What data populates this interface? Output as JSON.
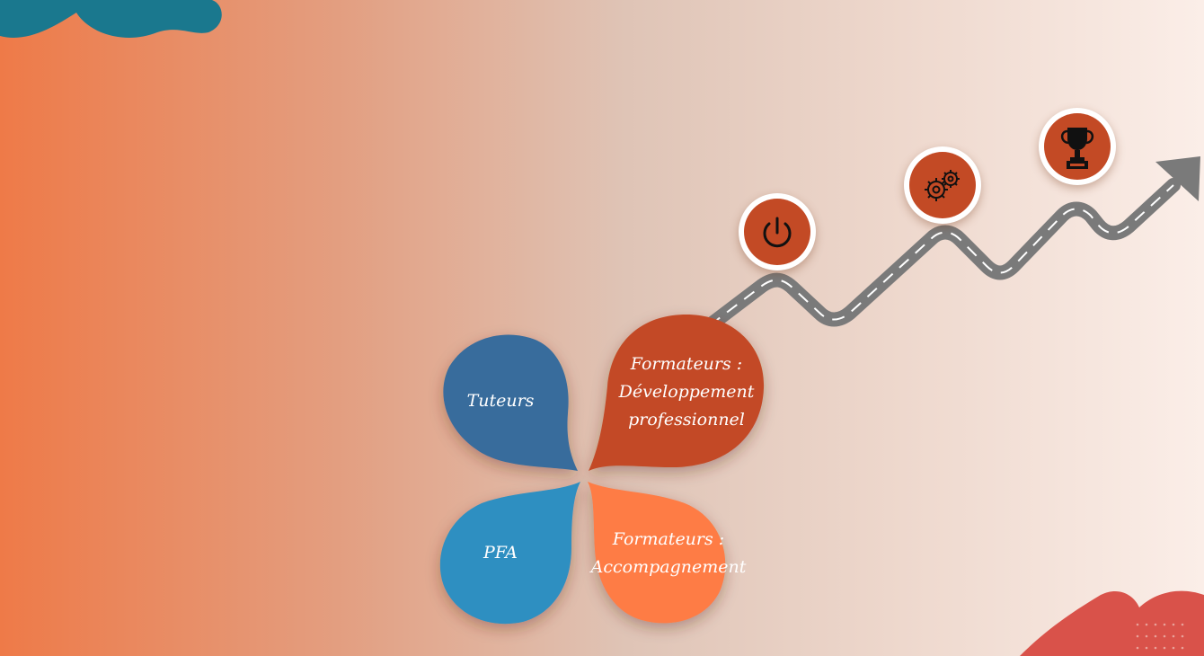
{
  "petals": {
    "tuteurs": {
      "label": "Tuteurs",
      "color": "#386c9c"
    },
    "dev_pro": {
      "label_line1": "Formateurs :",
      "label_line2": "Développement",
      "label_line3": "professionnel",
      "color": "#c34a25"
    },
    "pfa": {
      "label": "PFA",
      "color": "#2f8fc1"
    },
    "accompagnement": {
      "label_line1": "Formateurs :",
      "label_line2": "Accompagnement",
      "color": "#fe7b44"
    }
  },
  "milestones": [
    {
      "icon": "power-icon"
    },
    {
      "icon": "gears-icon"
    },
    {
      "icon": "trophy-icon"
    }
  ],
  "colors": {
    "road": "#7a7a7a",
    "road_dash": "#ffffff",
    "icon_fill": "#c34a25",
    "blob_teal": "#1a788e",
    "blob_red": "#d9524a"
  }
}
